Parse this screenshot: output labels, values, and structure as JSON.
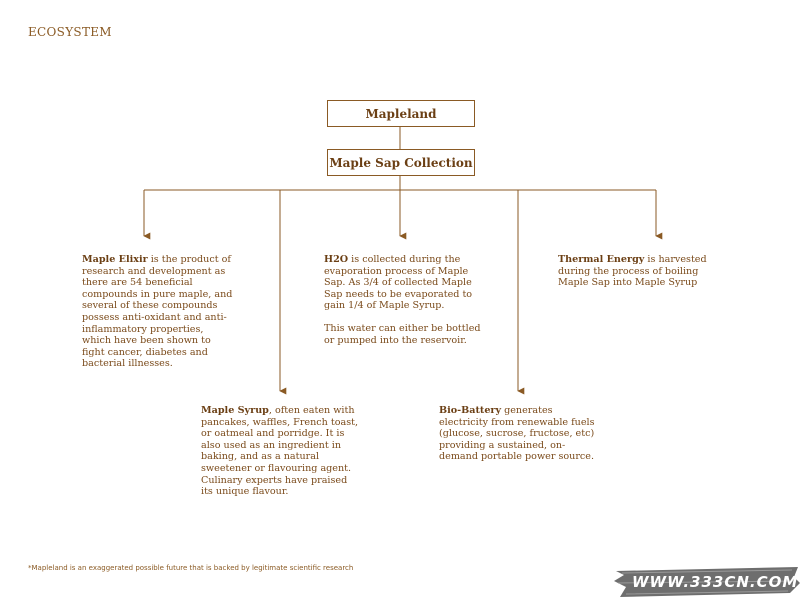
{
  "page_title": "ECOSYSTEM",
  "nodes": {
    "root": "Mapleland",
    "collection": "Maple Sap Collection"
  },
  "items": {
    "elixir": {
      "term": "Maple Elixir",
      "text": " is the product of research and development as there are 54 beneficial compounds in pure maple, and several of these compounds possess anti-oxidant and anti-inflammatory properties, which have been shown to fight cancer, diabetes and bacterial illnesses."
    },
    "syrup": {
      "term": "Maple Syrup",
      "text": ", often eaten with pancakes, waffles, French toast, or oatmeal and porridge. It is also used as an ingredient in baking, and as a natural sweetener or flavouring agent. Culinary experts have praised its unique flavour."
    },
    "h2o": {
      "term": "H2O",
      "text": " is collected during the evaporation process of Maple Sap. As 3/4 of collected Maple Sap needs to be evaporated to gain 1/4 of Maple Syrup.",
      "text2": "This water can either be bottled or pumped into the reservoir."
    },
    "battery": {
      "term": "Bio-Battery",
      "text": " generates electricity from renewable fuels (glucose, sucrose, fructose, etc) providing a sustained, on-demand portable power source."
    },
    "thermal": {
      "term": "Thermal Energy",
      "text": " is harvested during the process of boiling Maple Sap into Maple Syrup"
    }
  },
  "footnote": "*Mapleland is an exaggerated possible future that is backed by legitimate scientific research",
  "watermark": "WWW.333CN.COM",
  "colors": {
    "accent": "#8a5a24",
    "text": "#7a4a1a"
  }
}
